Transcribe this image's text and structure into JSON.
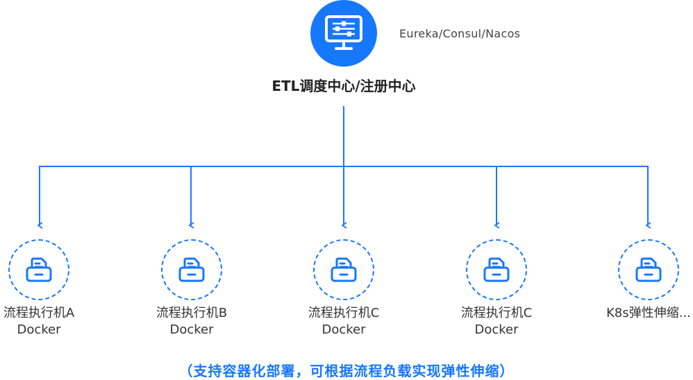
{
  "hub": {
    "title": "ETL调度中心/注册中心",
    "registry_note": "Eureka/Consul/Nacos",
    "icon": "monitor-sliders-icon"
  },
  "executors": [
    {
      "name": "流程执行机A",
      "runtime": "Docker",
      "icon": "server-tray-icon"
    },
    {
      "name": "流程执行机B",
      "runtime": "Docker",
      "icon": "server-tray-icon"
    },
    {
      "name": "流程执行机C",
      "runtime": "Docker",
      "icon": "server-tray-icon"
    },
    {
      "name": "流程执行机C",
      "runtime": "Docker",
      "icon": "server-tray-icon"
    },
    {
      "name": "K8s弹性伸缩...",
      "icon": "server-tray-icon"
    }
  ],
  "footnote": "（支持容器化部署，可根据流程负载实现弹性伸缩）",
  "colors": {
    "accent": "#1677FF",
    "text": "#333333",
    "muted": "#444444"
  }
}
